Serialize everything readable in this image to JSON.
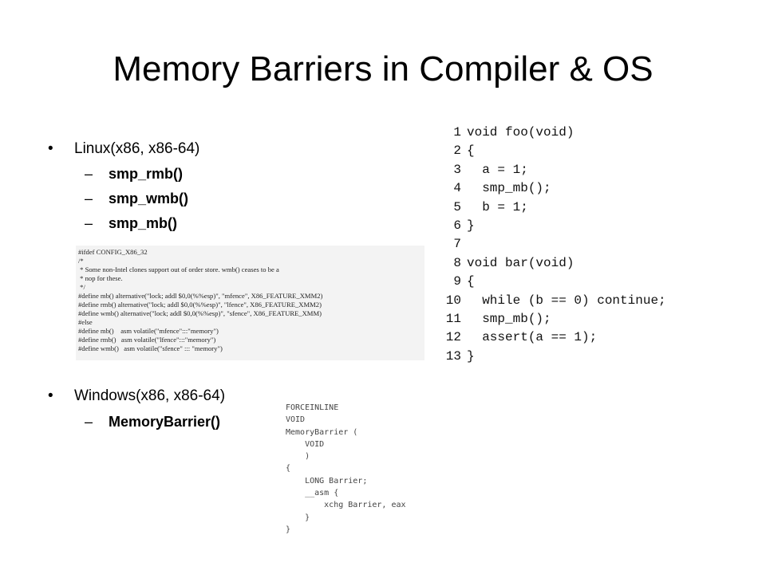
{
  "title": "Memory Barriers in Compiler & OS",
  "bullets": {
    "linux": "Linux(x86, x86-64)",
    "linux_items": [
      "smp_rmb()",
      "smp_wmb()",
      "smp_mb()"
    ],
    "windows": "Windows(x86, x86-64)",
    "windows_items": [
      "MemoryBarrier()"
    ]
  },
  "bullet_glyph": "•",
  "dash_glyph": "–",
  "linux_code": [
    "#ifdef CONFIG_X86_32",
    "/*",
    " * Some non-Intel clones support out of order store. wmb() ceases to be a",
    " * nop for these.",
    " */",
    "#define mb() alternative(\"lock; addl $0,0(%%esp)\", \"mfence\", X86_FEATURE_XMM2)",
    "#define rmb() alternative(\"lock; addl $0,0(%%esp)\", \"lfence\", X86_FEATURE_XMM2)",
    "#define wmb() alternative(\"lock; addl $0,0(%%esp)\", \"sfence\", X86_FEATURE_XMM)",
    "#else",
    "#define mb()    asm volatile(\"mfence\":::\"memory\")",
    "#define rmb()   asm volatile(\"lfence\":::\"memory\")",
    "#define wmb()   asm volatile(\"sfence\" ::: \"memory\")"
  ],
  "windows_code": [
    "FORCEINLINE",
    "VOID",
    "MemoryBarrier (",
    "    VOID",
    "    )",
    "{",
    "    LONG Barrier;",
    "    __asm {",
    "        xchg Barrier, eax",
    "    }",
    "}"
  ],
  "example_code": [
    {
      "n": "1",
      "code": "void foo(void)"
    },
    {
      "n": "2",
      "code": "{"
    },
    {
      "n": "3",
      "code": "  a = 1;"
    },
    {
      "n": "4",
      "code": "  smp_mb();"
    },
    {
      "n": "5",
      "code": "  b = 1;"
    },
    {
      "n": "6",
      "code": "}"
    },
    {
      "n": "7",
      "code": ""
    },
    {
      "n": "8",
      "code": "void bar(void)"
    },
    {
      "n": "9",
      "code": "{"
    },
    {
      "n": "10",
      "code": "  while (b == 0) continue;"
    },
    {
      "n": "11",
      "code": "  smp_mb();"
    },
    {
      "n": "12",
      "code": "  assert(a == 1);"
    },
    {
      "n": "13",
      "code": "}"
    }
  ]
}
